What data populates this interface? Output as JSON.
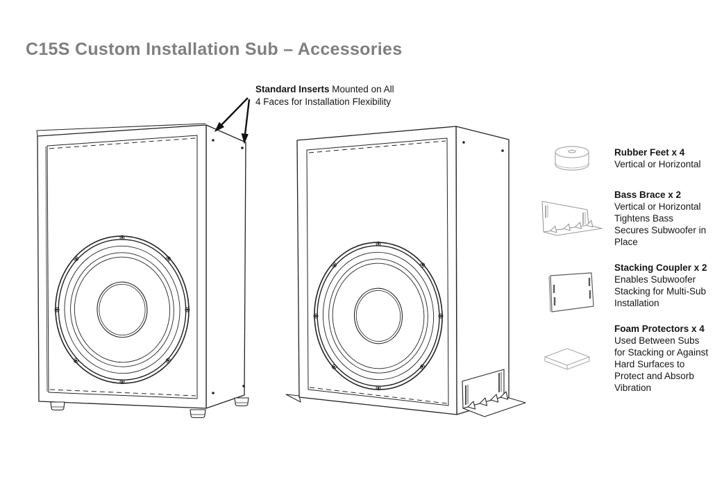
{
  "title": "C15S Custom Installation Sub – Accessories",
  "callout": {
    "bold": "Standard Inserts",
    "after_bold": " Mounted on All",
    "line2": "4 Faces for Installation Flexibility"
  },
  "illustrations": {
    "left": "subwoofer-with-rubber-feet",
    "right": "subwoofer-with-bass-braces"
  },
  "accessories": [
    {
      "icon": "rubber-foot-icon",
      "name": "Rubber Feet x 4",
      "desc": "Vertical or Horizontal"
    },
    {
      "icon": "bass-brace-icon",
      "name": "Bass Brace x 2",
      "desc": "Vertical or Horizontal\nTightens Bass\nSecures Subwoofer in\nPlace"
    },
    {
      "icon": "stacking-coupler-icon",
      "name": "Stacking Coupler x 2",
      "desc": "Enables Subwoofer\nStacking for Multi-Sub\nInstallation"
    },
    {
      "icon": "foam-protector-icon",
      "name": "Foam Protectors x 4",
      "desc": "Used Between Subs\nfor Stacking or Against\nHard Surfaces to\nProtect and Absorb\nVibration"
    }
  ],
  "colors": {
    "title": "#7f7f7f",
    "text": "#141414",
    "line_art": "#222222",
    "icon_light": "#a8a8a8",
    "icon_medium": "#979797",
    "icon_dark": "#5a5a5a"
  }
}
